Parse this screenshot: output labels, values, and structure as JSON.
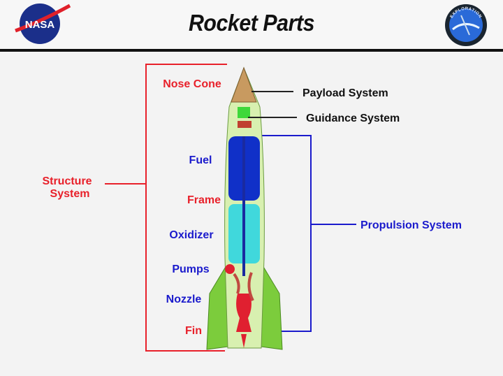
{
  "header": {
    "title": "Rocket Parts",
    "left_logo_text": "NASA",
    "right_logo_text": "EXPLORATION"
  },
  "labels": {
    "nose_cone": "Nose Cone",
    "payload_system": "Payload System",
    "guidance_system": "Guidance System",
    "fuel": "Fuel",
    "frame": "Frame",
    "oxidizer": "Oxidizer",
    "pumps": "Pumps",
    "nozzle": "Nozzle",
    "fin": "Fin",
    "structure_system_line1": "Structure",
    "structure_system_line2": "System",
    "propulsion_system": "Propulsion System"
  },
  "colors": {
    "structure": "#e8202a",
    "propulsion": "#1a1acc",
    "fuel": "#1030c8",
    "oxidizer": "#40d8dc",
    "fin": "#7ccc3c",
    "engine": "#e02030",
    "nose": "#c89a60"
  }
}
